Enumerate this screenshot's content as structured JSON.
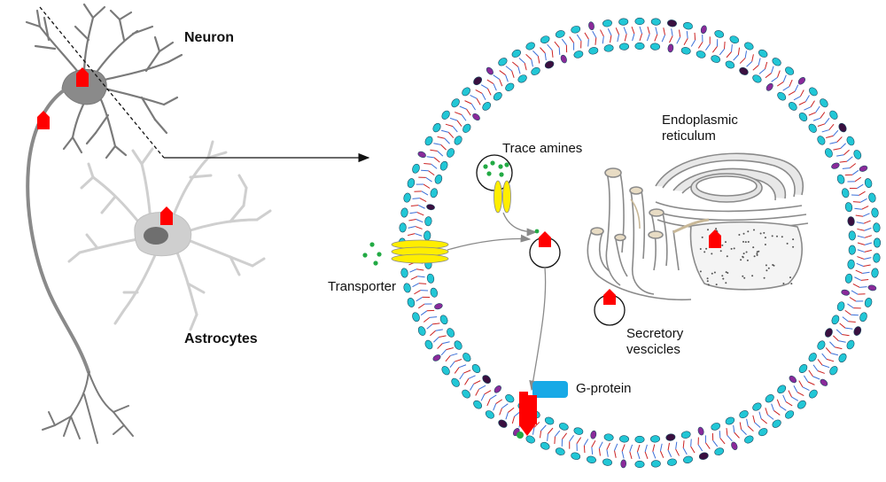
{
  "labels": {
    "neuron": "Neuron",
    "astrocytes": "Astrocytes",
    "trace_amines": "Trace amines",
    "er_line1": "Endoplasmic",
    "er_line2": "reticulum",
    "transporter": "Transporter",
    "g_protein": "G-protein",
    "secretory_line1": "Secretory",
    "secretory_line2": "vescicles"
  },
  "colors": {
    "receptor_red": "#ff0000",
    "transporter_yellow": "#ffee00",
    "ligand_green": "#22aa44",
    "lipid_head_cyan": "#22c7d6",
    "lipid_head_purple": "#8a2a9a",
    "lipid_tail_blue": "#3a6fd8",
    "lipid_tail_red": "#cc2222",
    "g_protein_blue": "#17a9e6",
    "neuron_gray": "#7a7a7a",
    "astrocyte_gray": "#c8c8c8",
    "er_gray": "#9a9a9a"
  }
}
